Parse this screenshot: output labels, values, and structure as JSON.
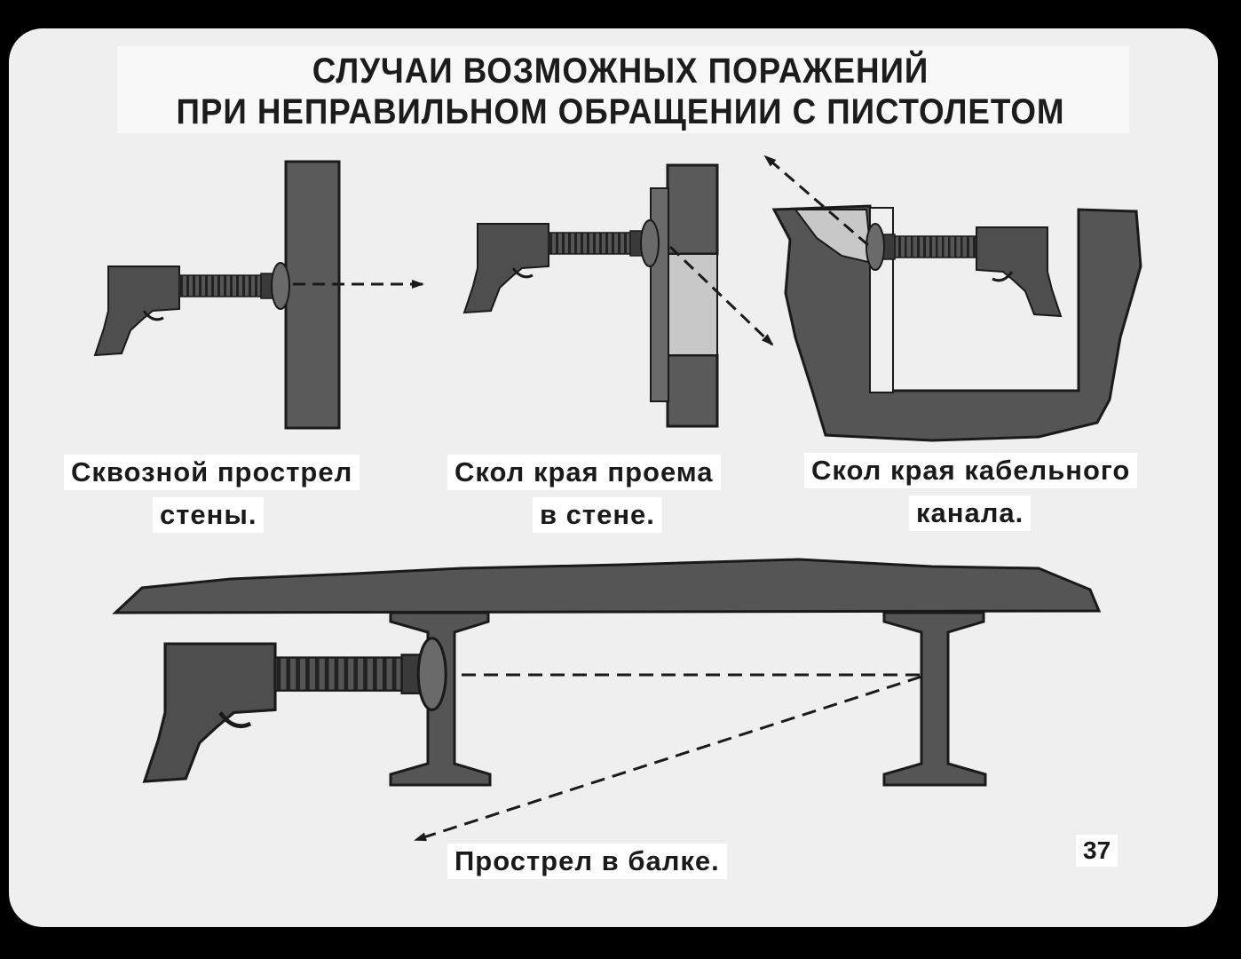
{
  "title": {
    "line1": "СЛУЧАИ ВОЗМОЖНЫХ ПОРАЖЕНИЙ",
    "line2": "ПРИ НЕПРАВИЛЬНОМ ОБРАЩЕНИИ С ПИСТОЛЕТОМ"
  },
  "panels": [
    {
      "id": "wall-through-shot",
      "caption_line1": "Сквозной прострел",
      "caption_line2": "стены."
    },
    {
      "id": "opening-edge-chip",
      "caption_line1": "Скол края проема",
      "caption_line2": "в стене."
    },
    {
      "id": "cable-channel-edge-chip",
      "caption_line1": "Скол края кабельного",
      "caption_line2": "канала."
    },
    {
      "id": "beam-shot",
      "caption_line1": "Прострел в балке."
    }
  ],
  "page_number": "37",
  "colors": {
    "background": "#efefef",
    "tool_dark": "#4a4a4a",
    "material_fill": "#5a5a5a",
    "light_fill": "#c8c8c8",
    "ink": "#1a1a1a"
  },
  "icons": [
    "pistol-icon",
    "i-beam-icon",
    "dashed-arrow-icon"
  ]
}
